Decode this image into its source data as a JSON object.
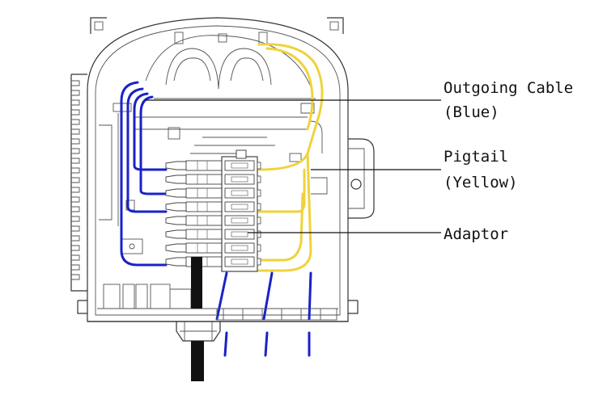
{
  "labels": {
    "outgoing_cable_line1": "Outgoing Cable",
    "outgoing_cable_line2": "(Blue)",
    "pigtail_line1": "Pigtail",
    "pigtail_line2": "(Yellow)",
    "adaptor": "Adaptor"
  },
  "colors": {
    "blue_cable": "#1a22c8",
    "yellow_pigtail": "#f0d23c",
    "black_cable": "#111111",
    "outline": "#333333",
    "background": "#ffffff"
  }
}
